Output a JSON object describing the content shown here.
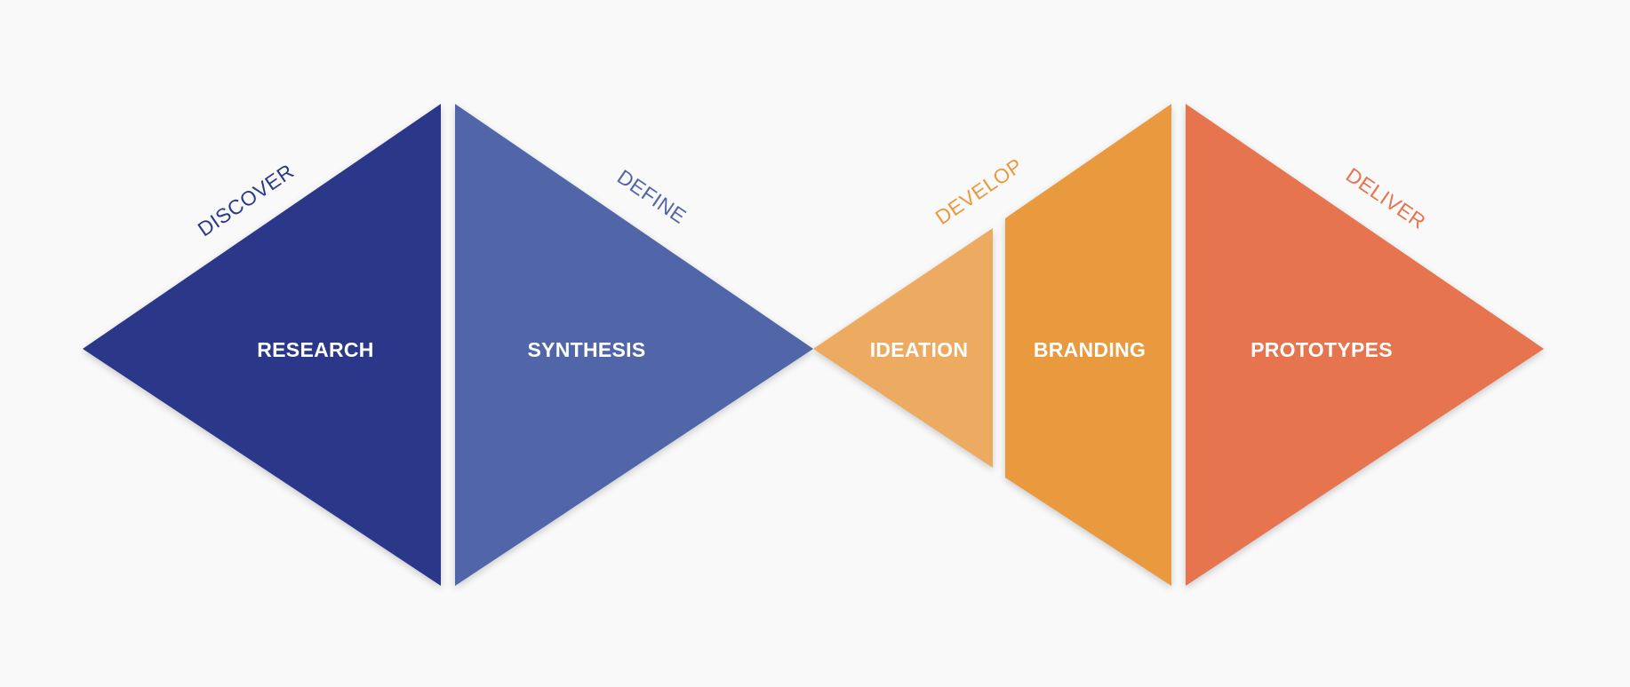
{
  "diagram": {
    "phases": {
      "discover": "DISCOVER",
      "define": "DEFINE",
      "develop": "DEVELOP",
      "deliver": "DELIVER"
    },
    "segments": {
      "research": "RESEARCH",
      "synthesis": "SYNTHESIS",
      "ideation": "IDEATION",
      "branding": "BRANDING",
      "prototypes": "PROTOTYPES"
    },
    "colors": {
      "discover": "#2b388a",
      "define": "#5166a9",
      "ideation": "#edab61",
      "branding": "#e9993e",
      "deliver": "#e5744f"
    }
  }
}
